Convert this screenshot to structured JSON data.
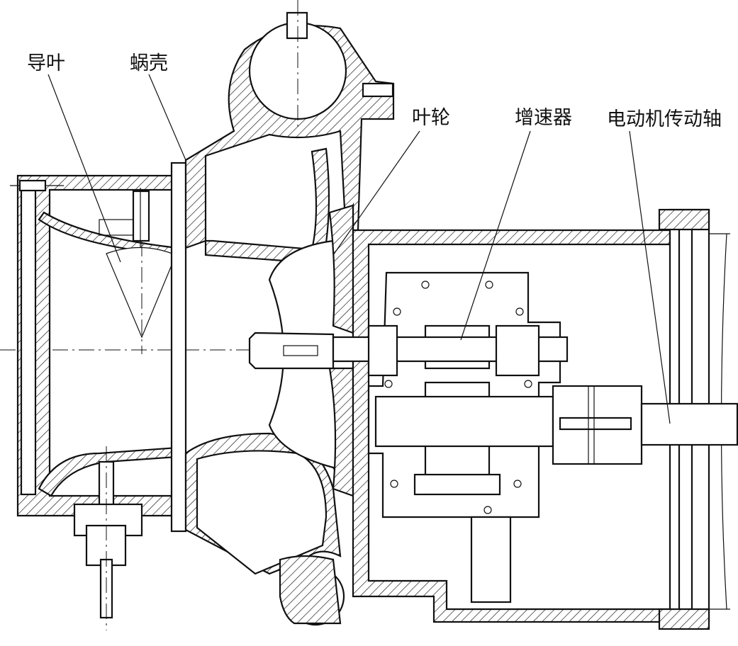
{
  "labels": {
    "guide_vane": "导叶",
    "volute": "蜗壳",
    "impeller": "叶轮",
    "gearbox": "增速器",
    "motor_shaft": "电动机传动轴"
  }
}
